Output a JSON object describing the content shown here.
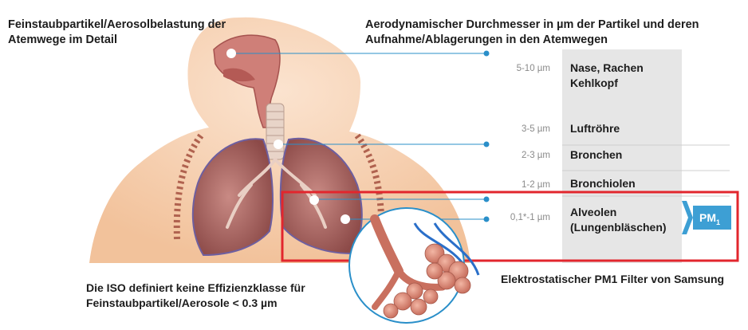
{
  "title_left": "Feinstaubpartikel/Aerosolbelastung der Atemwege im Detail",
  "title_right": "Aerodynamischer Durchmesser in µm der Partikel und deren Aufnahme/Ablagerungen in den Atemwegen",
  "zones": [
    {
      "size": "5-10 µm",
      "label": "Nase, Rachen Kehlkopf"
    },
    {
      "size": "3-5 µm",
      "label": "Luftröhre"
    },
    {
      "size": "2-3 µm",
      "label": "Bronchen"
    },
    {
      "size": "1-2 µm",
      "label": "Bronchiolen"
    },
    {
      "size": "0,1*-1 µm",
      "label": "Alveolen (Lungenbläschen)"
    }
  ],
  "badge": {
    "text": "PM",
    "sub": "1"
  },
  "note_iso": "Die ISO definiert keine Effizienzklasse für Feinstaubpartikel/Aerosole < 0.3 µm",
  "note_filter": "Elektrostatischer PM1 Filter von Samsung",
  "colors": {
    "highlight": "#e2262d",
    "badge": "#3d9fd4",
    "line": "#2a8fc9",
    "panel": "#e4e4e4",
    "skin": "#f6cfae",
    "lung": "#b8706b"
  }
}
